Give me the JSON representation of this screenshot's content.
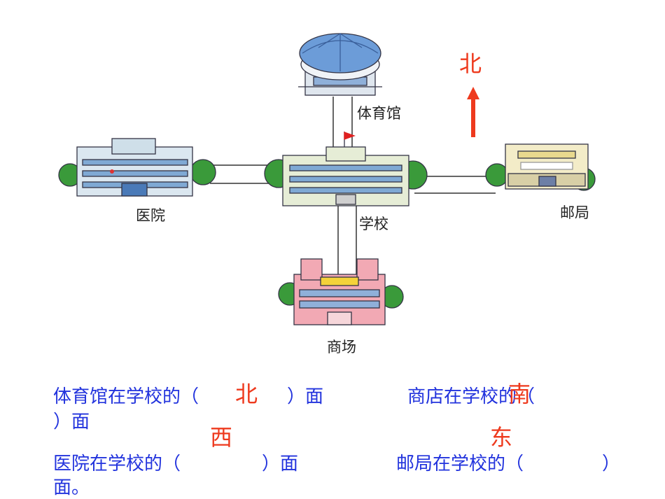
{
  "map": {
    "labels": {
      "stadium": "体育馆",
      "hospital": "医院",
      "school": "学校",
      "post_office": "邮局",
      "mall": "商场"
    },
    "compass": {
      "north": "北"
    }
  },
  "questions": {
    "q1": {
      "pre": "体育馆在学校的（",
      "post": "）面",
      "answer": "北"
    },
    "q2": {
      "pre": "商店在学校的（",
      "post": "）面",
      "answer": "南"
    },
    "q3": {
      "pre": "医院在学校的（",
      "post": "）面",
      "answer": "西"
    },
    "q4": {
      "pre": "邮局在学校的（",
      "post": "）",
      "post2": "面。",
      "answer": "东"
    }
  },
  "colors": {
    "question_text": "#2233dd",
    "answer_text": "#ee3a1e",
    "arrow": "#ee3a1e",
    "road": "#333333"
  }
}
